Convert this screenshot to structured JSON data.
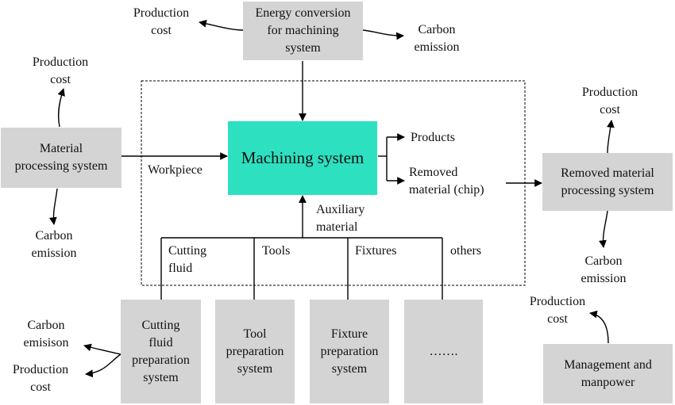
{
  "boxes": {
    "energy": [
      "Energy conversion",
      "for machining",
      "system"
    ],
    "material": [
      "Material",
      "processing system"
    ],
    "removed": [
      "Removed material",
      "processing system"
    ],
    "cutting_fluid": [
      "Cutting",
      "fluid",
      "preparation",
      "system"
    ],
    "tool": [
      "Tool",
      "preparation",
      "system"
    ],
    "fixture": [
      "Fixture",
      "preparation",
      "system"
    ],
    "others": [
      "……."
    ],
    "management": [
      "Management and",
      "manpower"
    ]
  },
  "core": "Machining system",
  "labels": {
    "pc_energy": [
      "Production",
      "cost"
    ],
    "ce_energy": [
      "Carbon",
      "emission"
    ],
    "pc_material": [
      "Production",
      "cost"
    ],
    "ce_material": [
      "Carbon",
      "emission"
    ],
    "pc_removed": [
      "Production",
      "cost"
    ],
    "ce_removed": [
      "Carbon",
      "emission"
    ],
    "pc_management": [
      "Production",
      "cost"
    ],
    "ce_cutting": [
      "Carbon",
      "emisison"
    ],
    "pc_cutting": [
      "Production",
      "cost"
    ],
    "workpiece": "Workpiece",
    "products": "Products",
    "removed_chip": [
      "Removed",
      "material (chip)"
    ],
    "auxiliary": [
      "Auxiliary",
      "material"
    ],
    "cutting_fluid": [
      "Cutting",
      "fluid"
    ],
    "tools": "Tools",
    "fixtures": "Fixtures",
    "others": "others"
  }
}
